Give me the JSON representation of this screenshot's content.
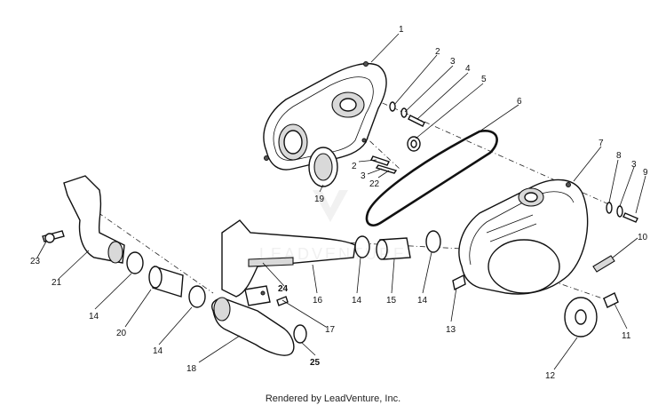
{
  "credit": "Rendered by LeadVenture, Inc.",
  "watermark": "LEADVENTURE",
  "callouts": {
    "c1": "1",
    "c2a": "2",
    "c3a": "3",
    "c4": "4",
    "c5": "5",
    "c6": "6",
    "c2b": "2",
    "c3b": "3",
    "c22": "22",
    "c19": "19",
    "c7": "7",
    "c8": "8",
    "c3c": "3",
    "c9": "9",
    "c10": "10",
    "c11": "11",
    "c12": "12",
    "c13": "13",
    "c14a": "14",
    "c15": "15",
    "c14b": "14",
    "c16": "16",
    "c24": "24",
    "c17": "17",
    "c25": "25",
    "c18": "18",
    "c14c": "14",
    "c20": "20",
    "c14d": "14",
    "c21": "21",
    "c23": "23"
  },
  "colors": {
    "ink": "#111111",
    "shade": "#d9d9d9",
    "paper": "#ffffff"
  }
}
